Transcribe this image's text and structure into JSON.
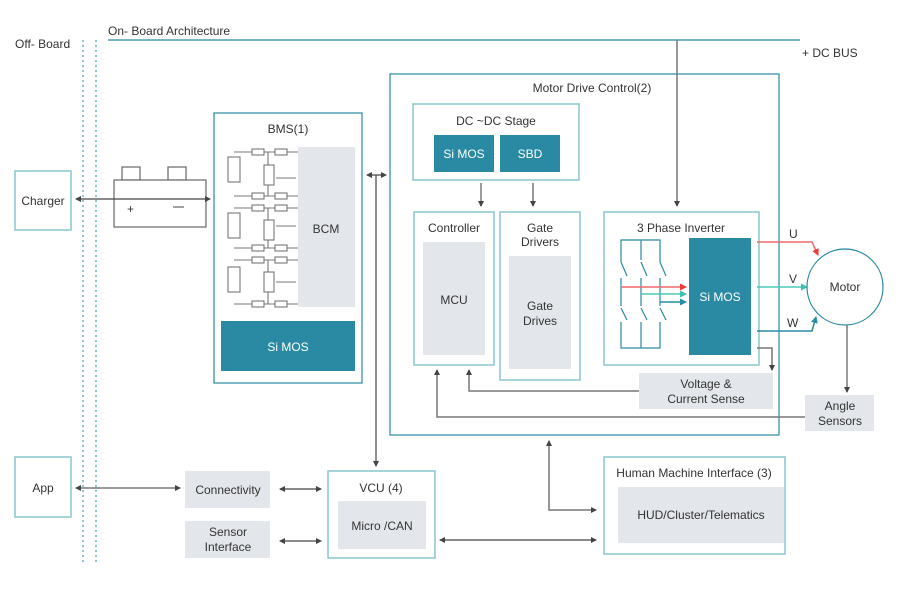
{
  "labels": {
    "off_board": "Off- Board",
    "on_board": "On- Board Architecture",
    "dc_bus": "+ DC BUS"
  },
  "colors": {
    "teal_dark": "#2a8aa3",
    "teal_light": "#8ac6d1",
    "gray_box": "#e3e6ea",
    "line": "#888888",
    "red": "#f06a6a",
    "green": "#4cc9b8"
  },
  "blocks": {
    "charger": "Charger",
    "app": "App",
    "bms": {
      "title": "BMS(1)",
      "bcm": "BCM",
      "simos": "Si MOS"
    },
    "motor_drive": {
      "title": "Motor Drive Control(2)"
    },
    "dcdc": {
      "title": "DC ~DC Stage",
      "simos": "Si MOS",
      "sbd": "SBD"
    },
    "controller": {
      "title": "Controller",
      "mcu": "MCU"
    },
    "gate_drivers": {
      "title_1": "Gate",
      "title_2": "Drivers",
      "inner_1": "Gate",
      "inner_2": "Drives"
    },
    "inverter": {
      "title": "3 Phase Inverter",
      "simos": "Si MOS"
    },
    "motor": "Motor",
    "phases": {
      "u": "U",
      "v": "V",
      "w": "W"
    },
    "voltage_sense": {
      "line1": "Voltage &",
      "line2": "Current Sense"
    },
    "angle_sensors": {
      "line1": "Angle",
      "line2": "Sensors"
    },
    "connectivity": "Connectivity",
    "sensor_interface": {
      "line1": "Sensor",
      "line2": "Interface"
    },
    "vcu": {
      "title": "VCU (4)",
      "inner": "Micro /CAN"
    },
    "hmi": {
      "title": "Human Machine Interface (3)",
      "inner": "HUD/Cluster/Telematics"
    }
  }
}
